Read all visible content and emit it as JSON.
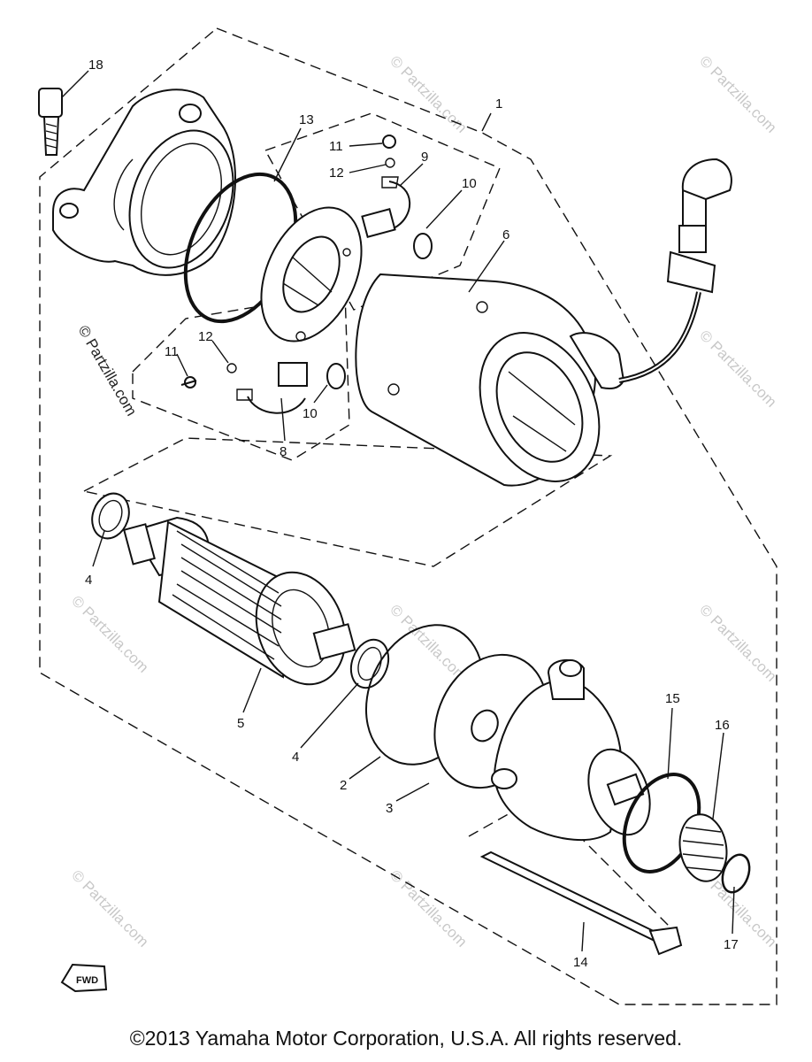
{
  "callouts": {
    "c1": "1",
    "c2": "2",
    "c3": "3",
    "c4a": "4",
    "c4b": "4",
    "c5": "5",
    "c6": "6",
    "c8": "8",
    "c9": "9",
    "c10a": "10",
    "c10b": "10",
    "c11a": "11",
    "c11b": "11",
    "c12a": "12",
    "c12b": "12",
    "c13": "13",
    "c14": "14",
    "c15": "15",
    "c16": "16",
    "c17": "17",
    "c18": "18"
  },
  "watermark": "© Partzilla.com",
  "fwd_label": "FWD",
  "copyright": "©2013 Yamaha Motor Corporation, U.S.A. All rights reserved."
}
